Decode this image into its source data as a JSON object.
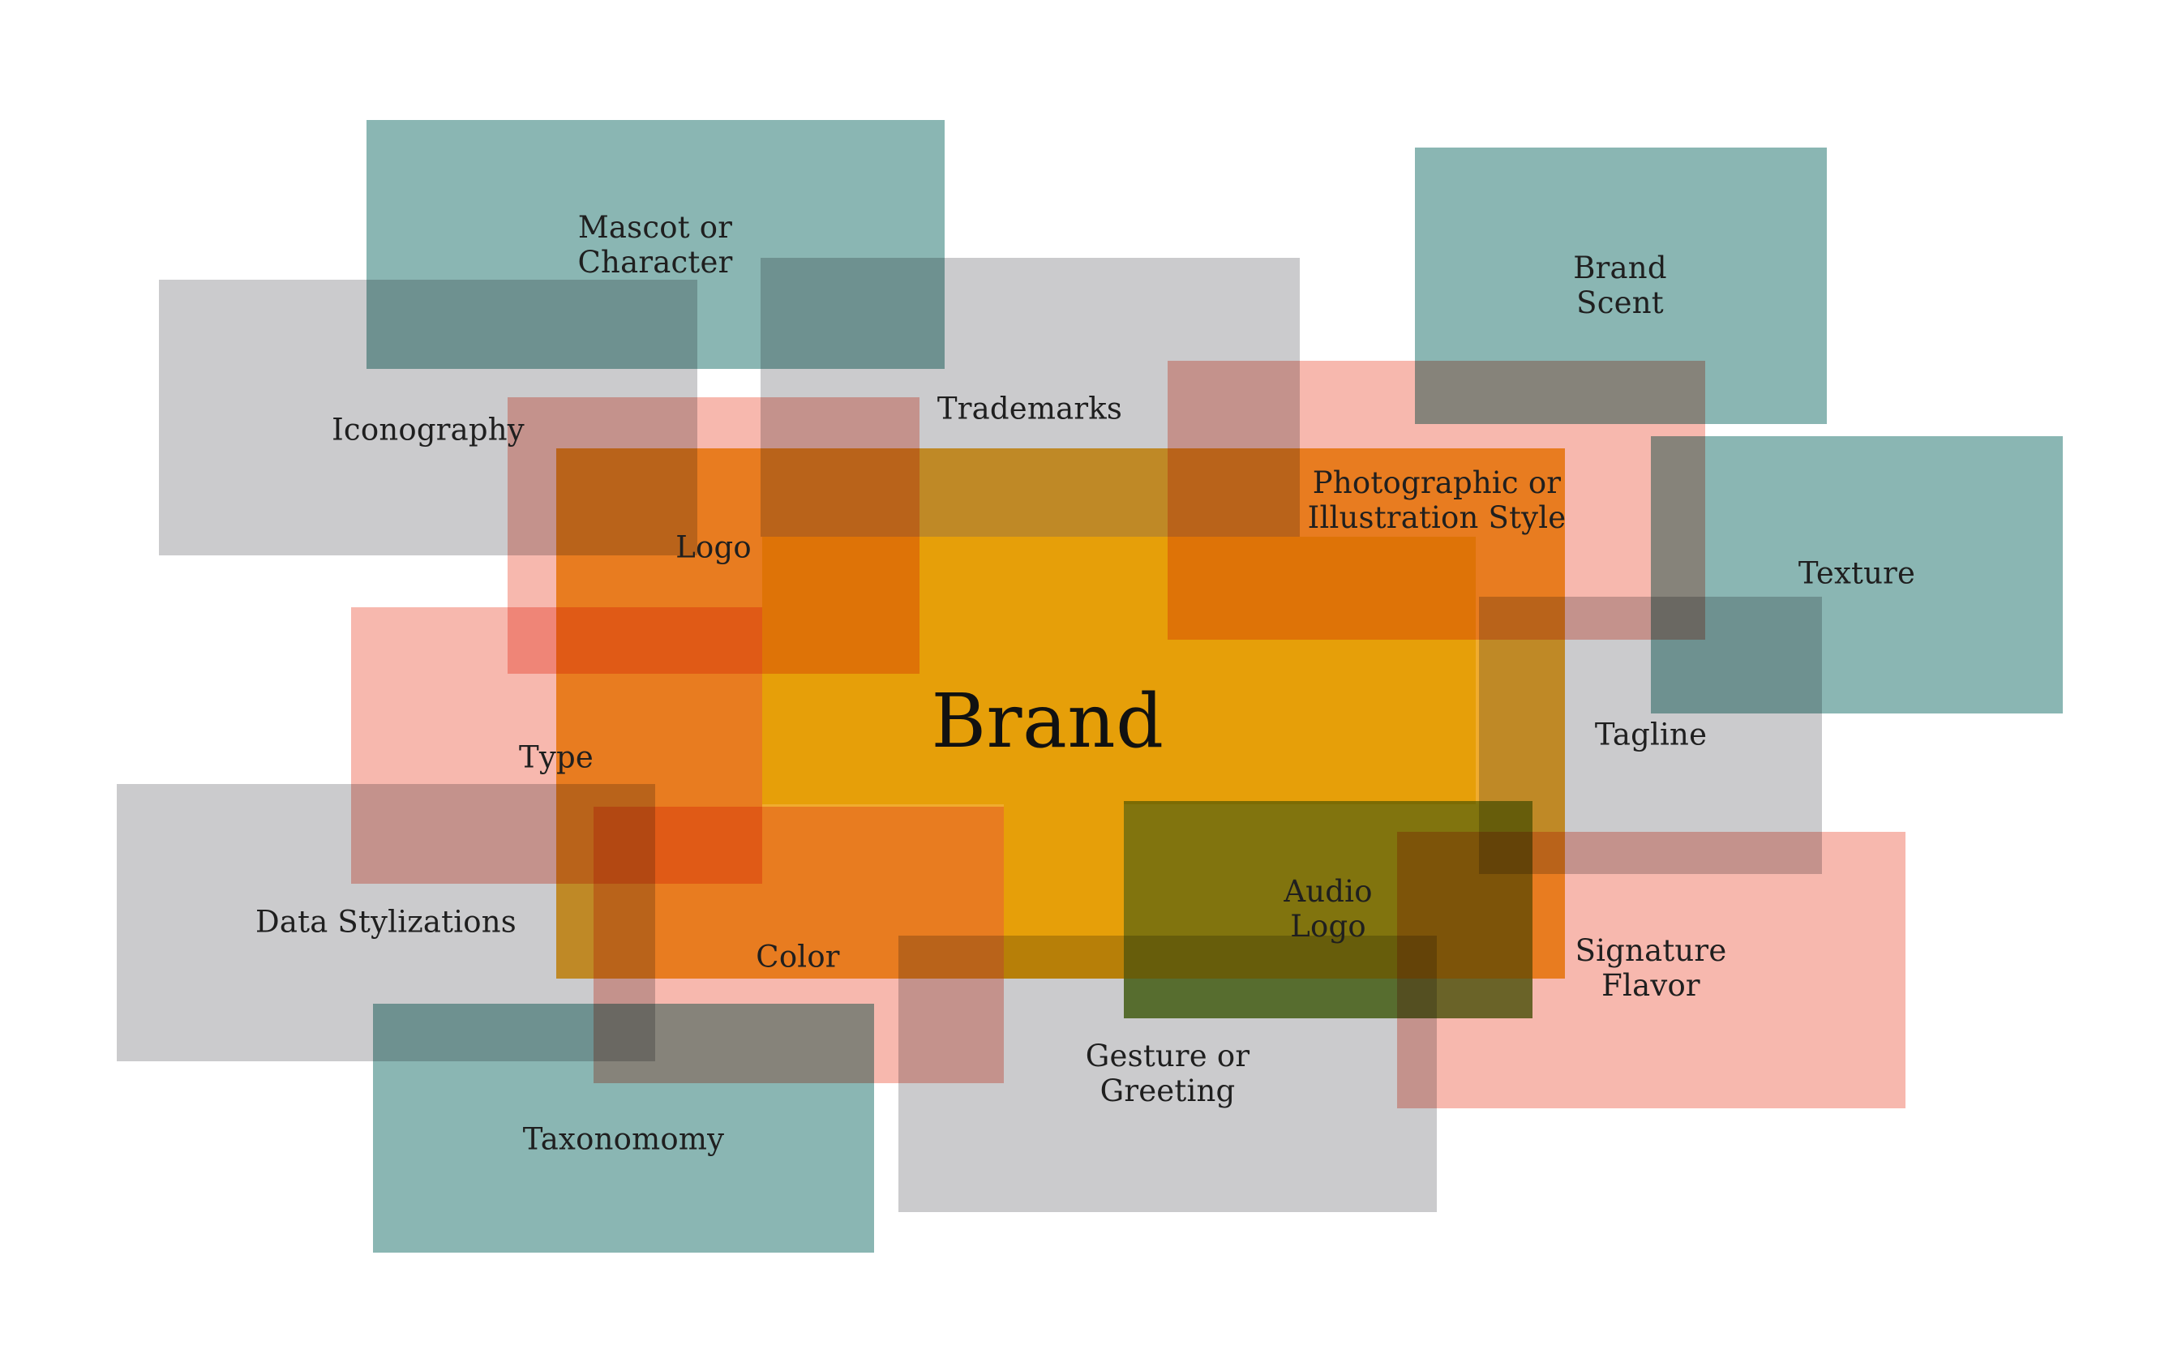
{
  "diagram": {
    "center_label": "Brand",
    "elements": [
      {
        "key": "mascot",
        "label": "Mascot or\nCharacter",
        "color": "teal"
      },
      {
        "key": "iconography",
        "label": "Iconography",
        "color": "gray"
      },
      {
        "key": "trademarks",
        "label": "Trademarks",
        "color": "gray"
      },
      {
        "key": "brand_scent",
        "label": "Brand\nScent",
        "color": "teal"
      },
      {
        "key": "photographic",
        "label": "Photographic or\nIllustration Style",
        "color": "pink"
      },
      {
        "key": "logo",
        "label": "Logo",
        "color": "pink"
      },
      {
        "key": "texture",
        "label": "Texture",
        "color": "teal"
      },
      {
        "key": "tagline",
        "label": "Tagline",
        "color": "gray"
      },
      {
        "key": "type",
        "label": "Type",
        "color": "pink"
      },
      {
        "key": "data_stylizations",
        "label": "Data Stylizations",
        "color": "gray"
      },
      {
        "key": "color",
        "label": "Color",
        "color": "pink"
      },
      {
        "key": "audio_logo",
        "label": "Audio\nLogo",
        "color": "green"
      },
      {
        "key": "signature_flavor",
        "label": "Signature\nFlavor",
        "color": "pink"
      },
      {
        "key": "gesture",
        "label": "Gesture or\nGreeting",
        "color": "gray"
      },
      {
        "key": "taxonomy",
        "label": "Taxonomomy",
        "color": "teal"
      }
    ]
  },
  "palette": {
    "teal": "#8ab6b3",
    "gray": "#cbcbcd",
    "pink": "#f7b8ae",
    "gold": "#f0ac2f",
    "yellow": "#f5ec2c",
    "green": "#89ac48"
  }
}
